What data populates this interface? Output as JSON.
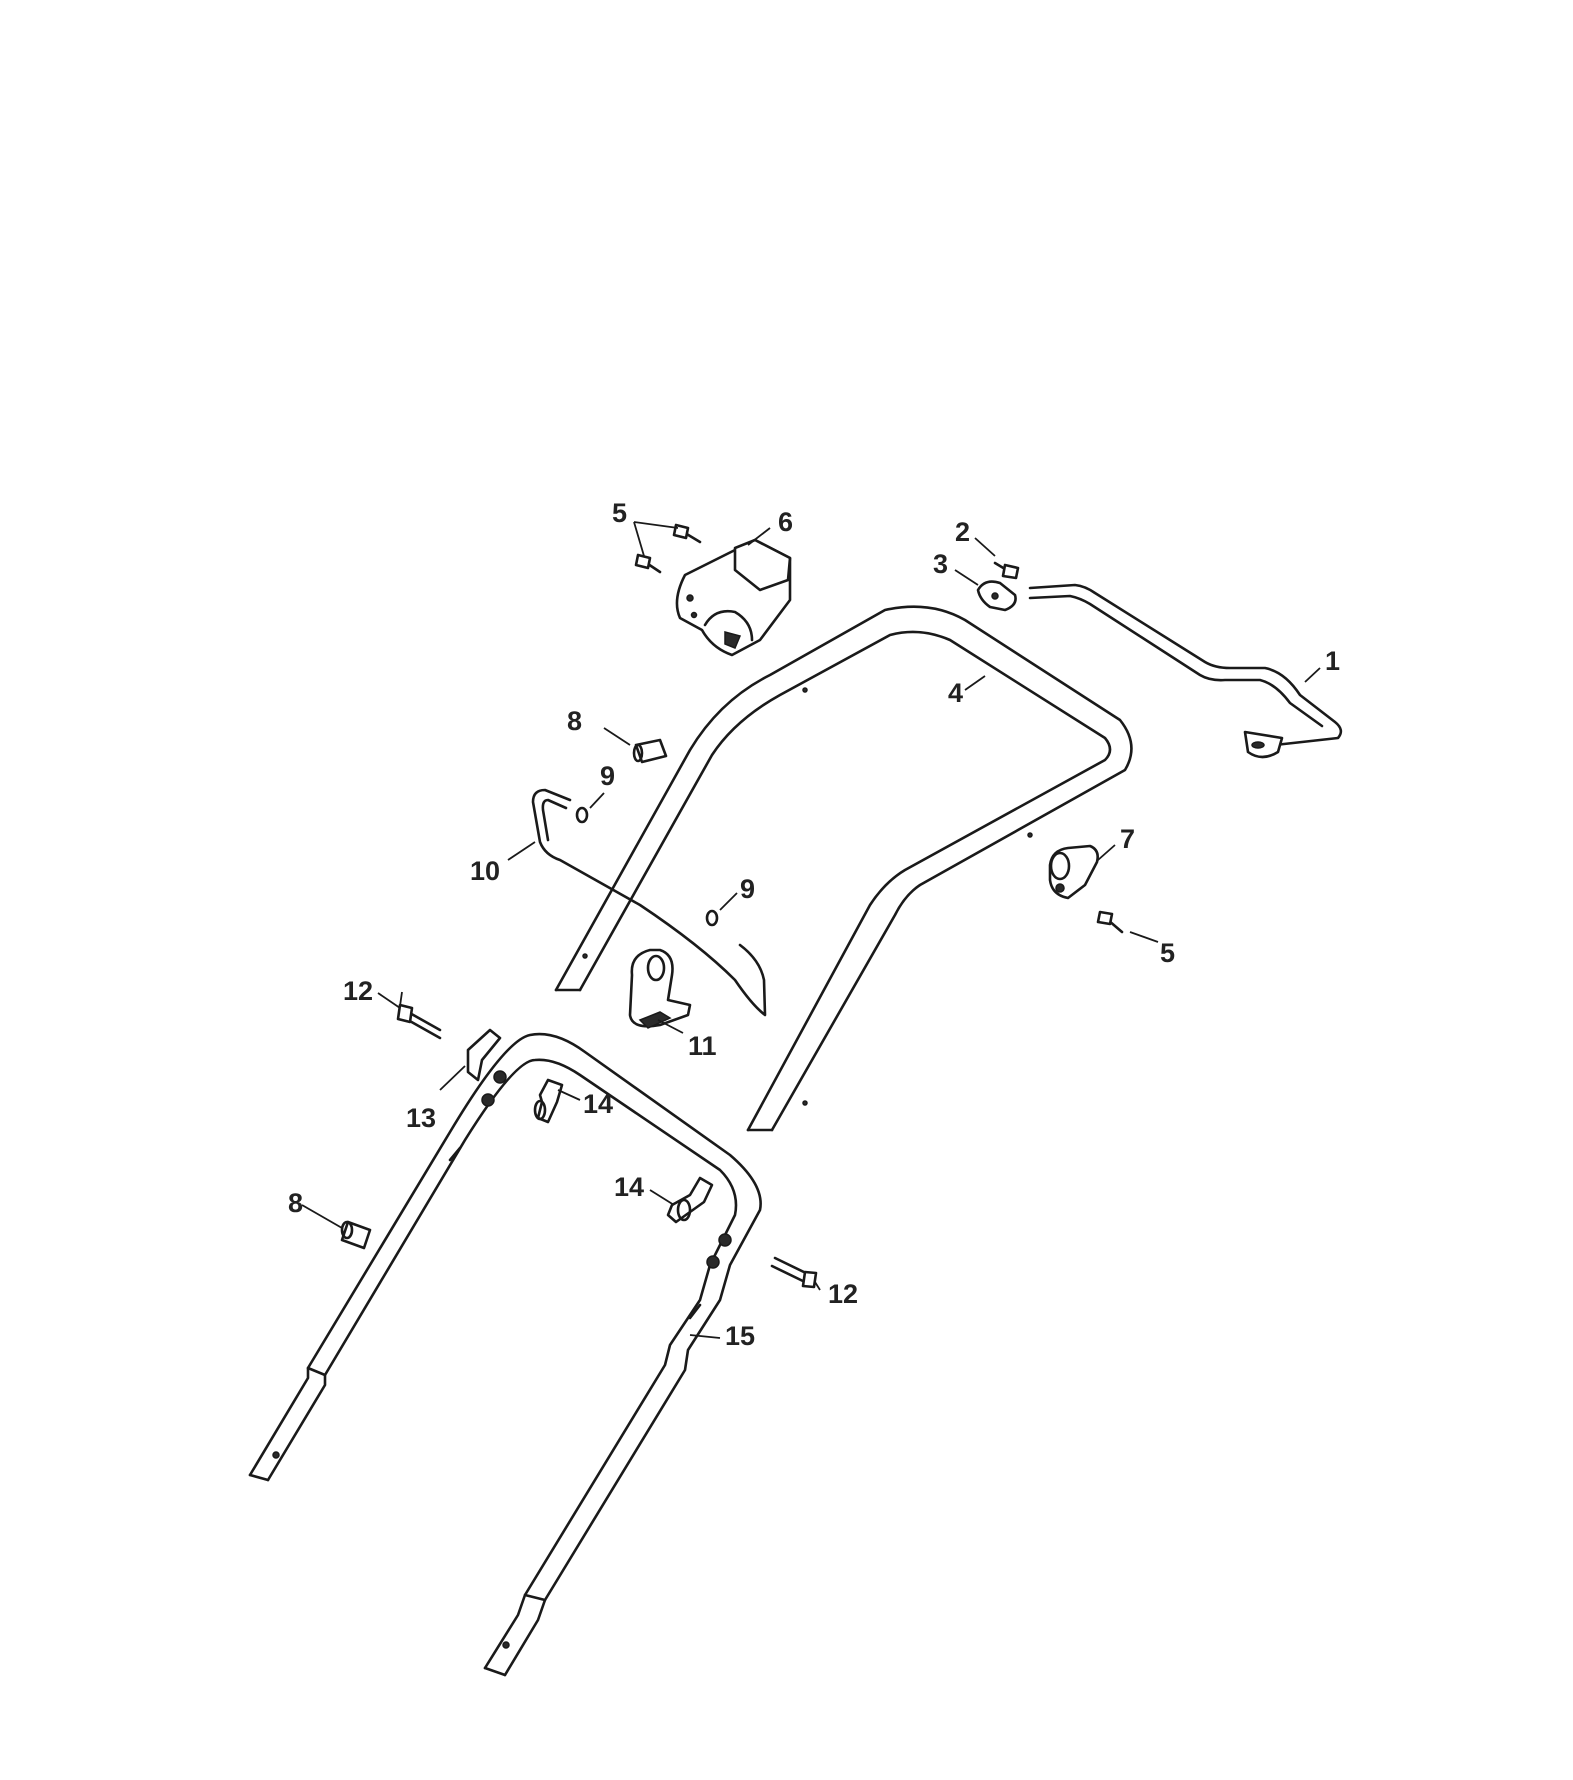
{
  "diagram": {
    "callouts": {
      "c1": "1",
      "c2": "2",
      "c3": "3",
      "c4": "4",
      "c5a": "5",
      "c5b": "5",
      "c6": "6",
      "c7": "7",
      "c8a": "8",
      "c8b": "8",
      "c9a": "9",
      "c9b": "9",
      "c10": "10",
      "c11": "11",
      "c12a": "12",
      "c12b": "12",
      "c13": "13",
      "c14a": "14",
      "c14b": "14",
      "c15": "15"
    }
  }
}
